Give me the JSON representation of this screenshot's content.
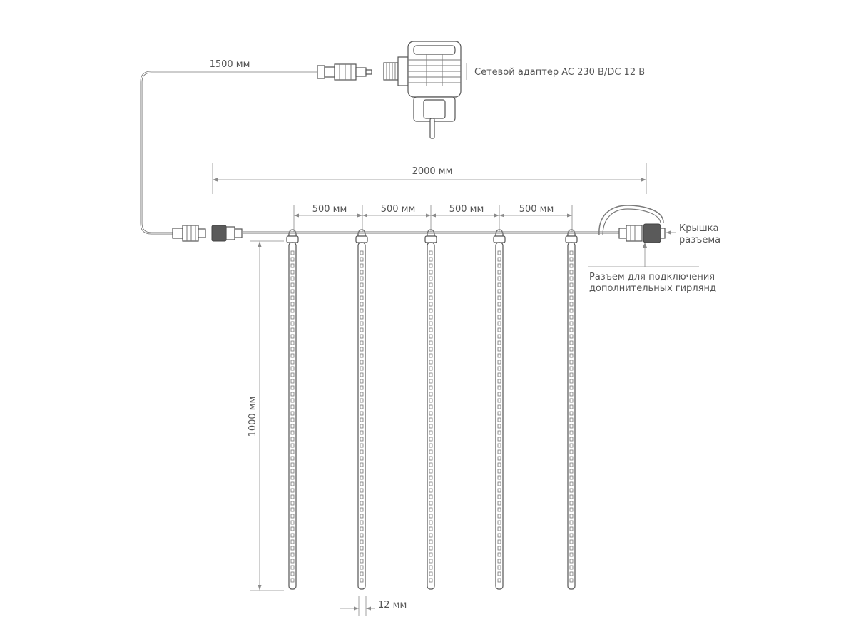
{
  "labels": {
    "cable_length": "1500 мм",
    "adapter": "Сетевой адаптер AC 230 В/DC 12 В",
    "total_width": "2000 мм",
    "spacing": [
      "500 мм",
      "500 мм",
      "500 мм",
      "500 мм"
    ],
    "cover_line1": "Крышка",
    "cover_line2": "разъема",
    "connector_line1": "Разъем для подключения",
    "connector_line2": "дополнительных гирлянд",
    "tube_length": "1000 мм",
    "tube_diameter": "12 мм"
  },
  "tubes": {
    "count": 5
  }
}
